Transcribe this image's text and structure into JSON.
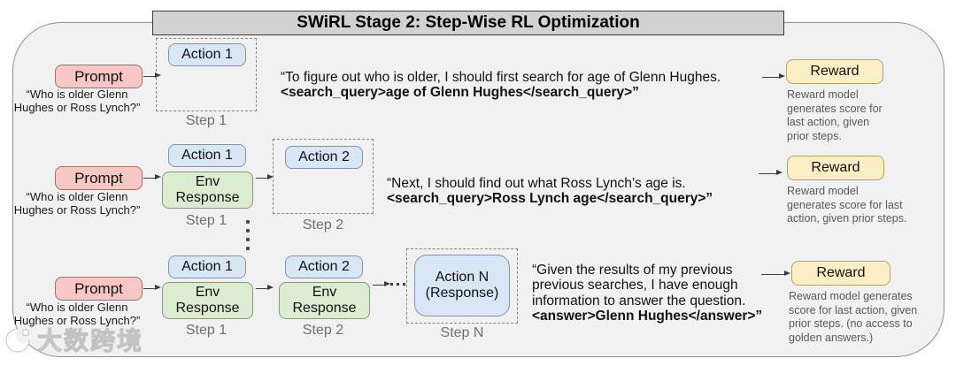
{
  "title": "SWiRL Stage 2: Step-Wise RL Optimization",
  "watermark": "大数跨境",
  "boxes": {
    "prompt_label": "Prompt",
    "action1_label": "Action 1",
    "action2_label": "Action 2",
    "actionN_label": "Action N\n(Response)",
    "env_label": "Env\nResponse",
    "reward_label": "Reward"
  },
  "steps": {
    "step1": "Step 1",
    "step2": "Step 2",
    "stepN": "Step N"
  },
  "prompt_quote": "“Who is older Glenn\nHughes or Ross Lynch?”",
  "rows": [
    {
      "thought_line1": "“To figure out who is older, I should first search for age of Glenn Hughes.",
      "thought_line2": "<search_query>age of Glenn Hughes</search_query>”",
      "reward_caption": "Reward model\ngenerates score for\nlast action, given\nprior steps."
    },
    {
      "thought_line1": "“Next, I should find out what Ross Lynch’s age is.",
      "thought_line2": "<search_query>Ross Lynch age</search_query>”",
      "reward_caption": "Reward model\ngenerates score for last\naction, given prior steps."
    },
    {
      "thought_line1": "“Given the results of my previous\nprevious searches, I have enough\ninformation to answer the question.",
      "thought_line2": "<answer>Glenn Hughes</answer>”",
      "reward_caption": "Reward model generates\nscore for last action, given\nprior steps. (no access to\ngolden answers.)"
    }
  ]
}
